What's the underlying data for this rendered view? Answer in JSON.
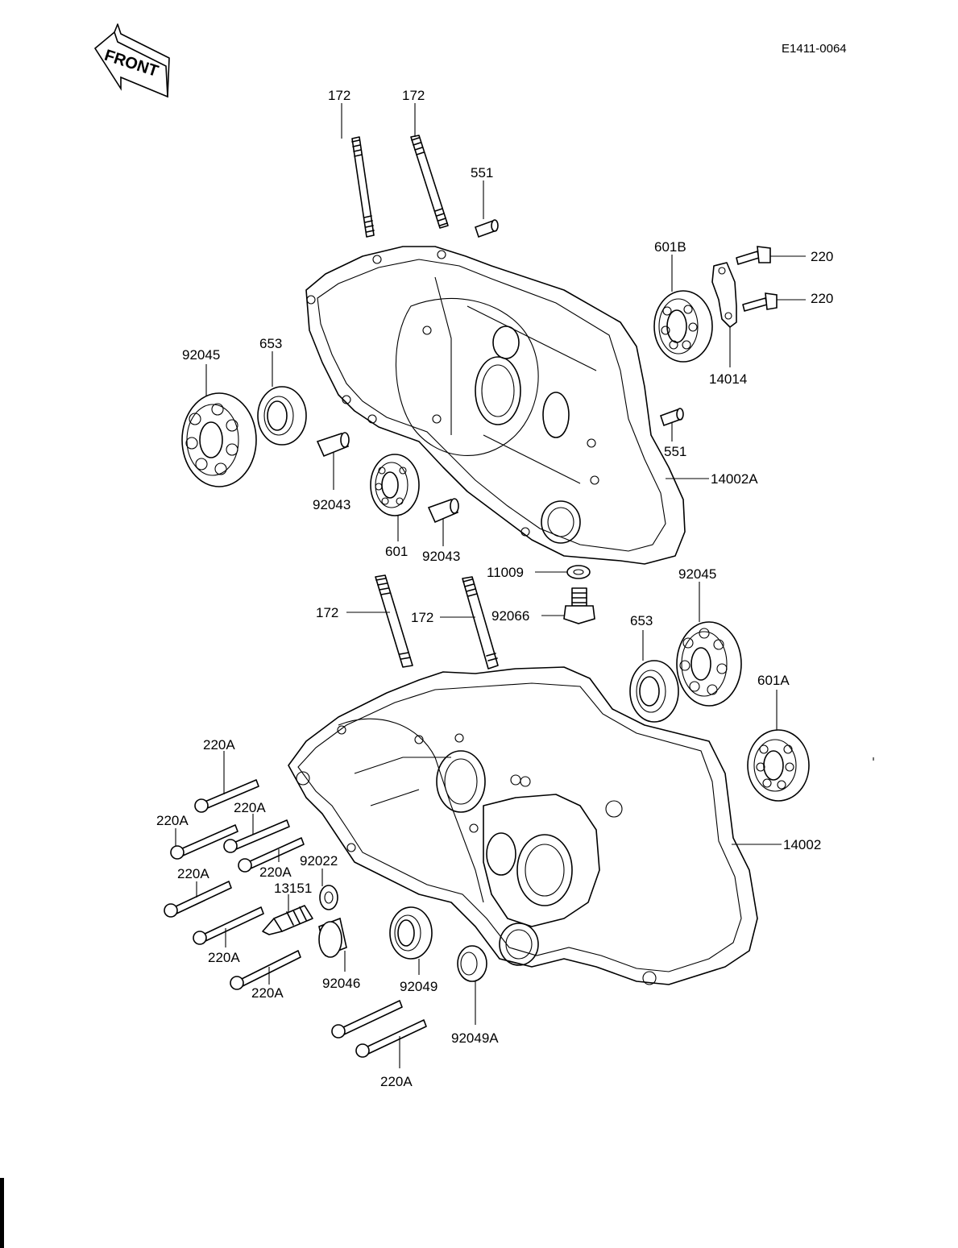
{
  "diagram_ref": "E1411-0064",
  "front_label": "FRONT",
  "parts": {
    "p172_a": "172",
    "p172_b": "172",
    "p172_c": "172",
    "p172_d": "172",
    "p551_a": "551",
    "p551_b": "551",
    "p601B": "601B",
    "p220_a": "220",
    "p220_b": "220",
    "p14014": "14014",
    "p92045_a": "92045",
    "p653_a": "653",
    "p92043_a": "92043",
    "p92043_b": "92043",
    "p601": "601",
    "p14002A": "14002A",
    "p11009": "11009",
    "p92066": "92066",
    "p92045_b": "92045",
    "p653_b": "653",
    "p601A": "601A",
    "p14002": "14002",
    "p220A_a": "220A",
    "p220A_b": "220A",
    "p220A_c": "220A",
    "p220A_d": "220A",
    "p220A_e": "220A",
    "p220A_f": "220A",
    "p220A_g": "220A",
    "p220A_h": "220A",
    "p92022": "92022",
    "p13151": "13151",
    "p92046": "92046",
    "p92049": "92049",
    "p92049A": "92049A"
  }
}
